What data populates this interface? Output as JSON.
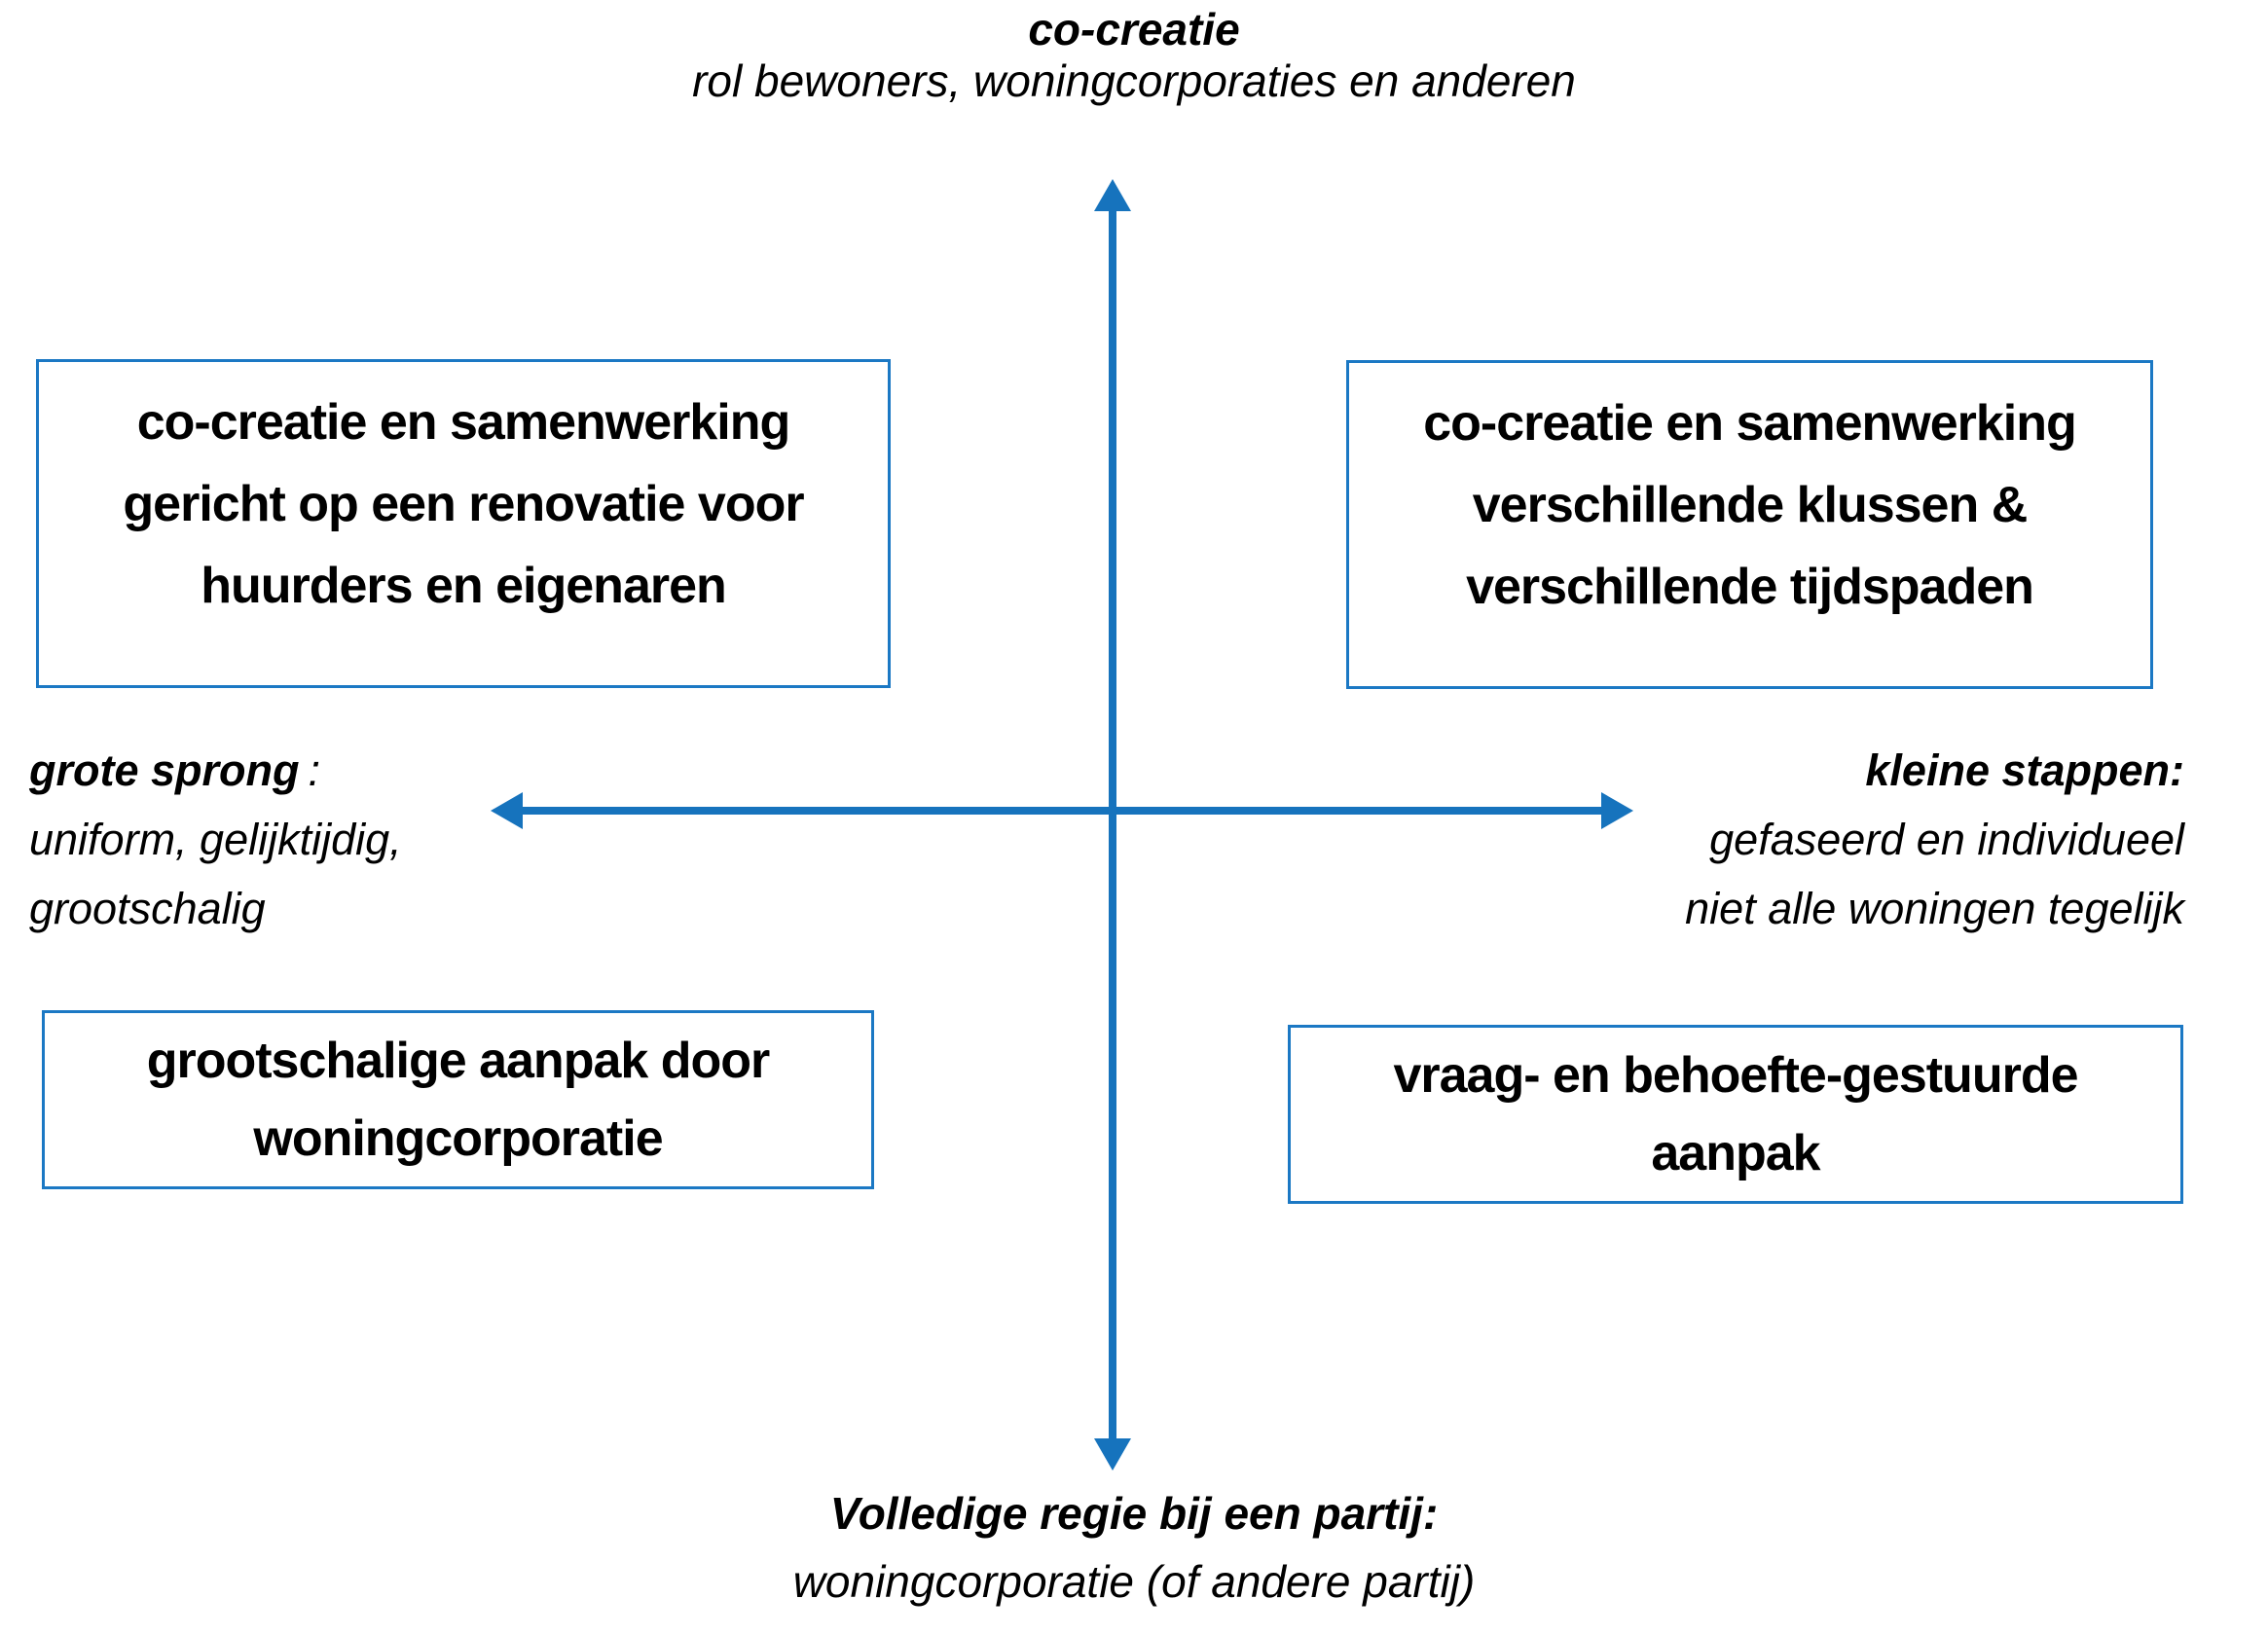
{
  "diagram": {
    "top_axis": {
      "title": "co-creatie",
      "subtitle": "rol bewoners, woningcorporaties en anderen"
    },
    "left_axis": {
      "title": "grote sprong",
      "colon": ":",
      "line1": "uniform, gelijktijdig,",
      "line2": "grootschalig"
    },
    "right_axis": {
      "title": "kleine stappen:",
      "line1": "gefaseerd en individueel",
      "line2": "niet alle woningen tegelijk"
    },
    "bottom_axis": {
      "title": "Volledige regie bij een partij:",
      "subtitle": "woningcorporatie (of andere partij)"
    },
    "quadrant_top_left": {
      "line1": "co-creatie en samenwerking",
      "line2": "gericht op een renovatie voor",
      "line3": "huurders en eigenaren"
    },
    "quadrant_top_right": {
      "line1": "co-creatie en samenwerking",
      "line2": "verschillende klussen &",
      "line3": "verschillende tijdspaden"
    },
    "quadrant_bottom_left": {
      "line1": "grootschalige aanpak door",
      "line2": "woningcorporatie"
    },
    "quadrant_bottom_right": {
      "line1": "vraag- en behoefte-gestuurde",
      "line2": "aanpak"
    },
    "colors": {
      "accent_blue": "#1673BD",
      "text": "#000000",
      "background": "#FFFFFF"
    }
  }
}
